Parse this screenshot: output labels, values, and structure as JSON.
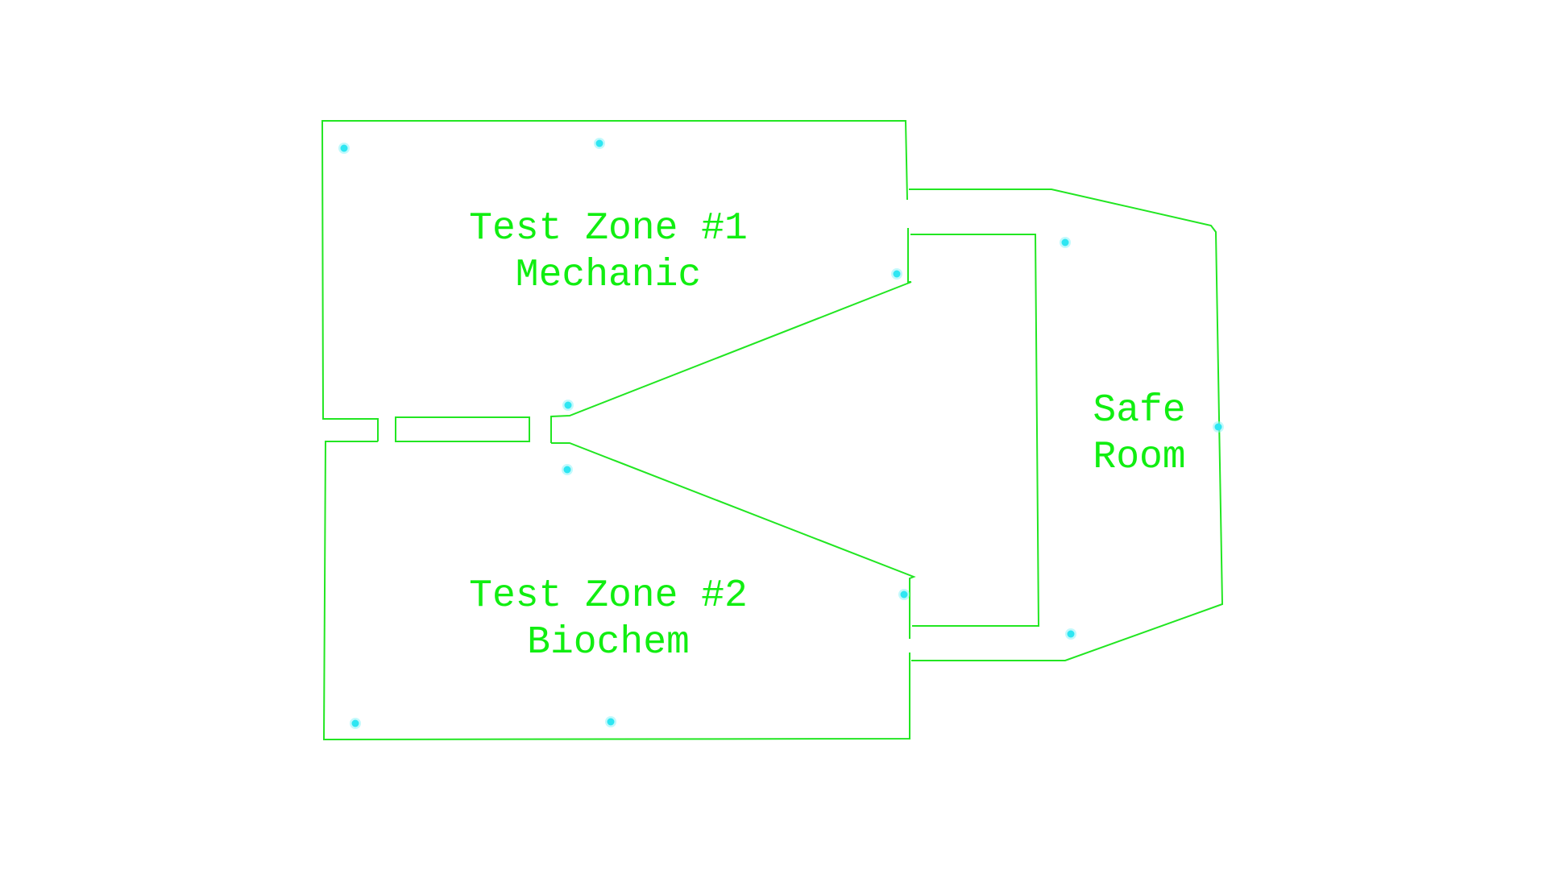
{
  "map": {
    "colors": {
      "wall": "#22e622",
      "label": "#11ee11",
      "sensor": "#2ee6f2",
      "background": "#ffffff"
    },
    "zones": [
      {
        "id": "zone-1",
        "title": "Test Zone #1",
        "subtitle": "Mechanic"
      },
      {
        "id": "zone-2",
        "title": "Test Zone #2",
        "subtitle": "Biochem"
      },
      {
        "id": "safe-room",
        "title": "Safe",
        "subtitle": "Room"
      }
    ],
    "sensor_icon": "dot-icon"
  }
}
